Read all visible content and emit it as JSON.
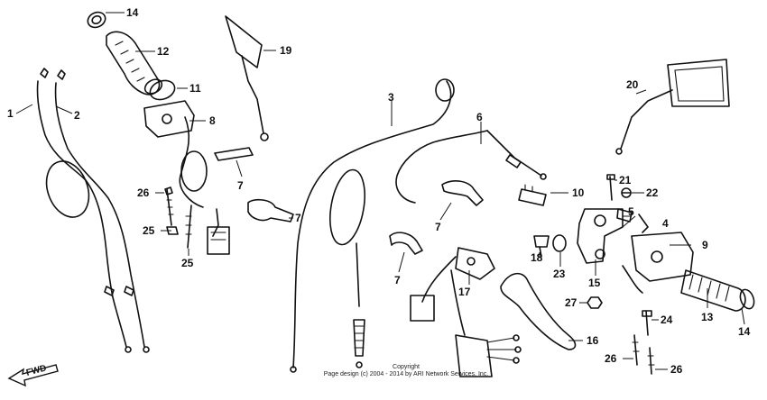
{
  "parts": [
    {
      "label": "1"
    },
    {
      "label": "2"
    },
    {
      "label": "3"
    },
    {
      "label": "4"
    },
    {
      "label": "5"
    },
    {
      "label": "6"
    },
    {
      "label": "7"
    },
    {
      "label": "7"
    },
    {
      "label": "7"
    },
    {
      "label": "7"
    },
    {
      "label": "8"
    },
    {
      "label": "9"
    },
    {
      "label": "10"
    },
    {
      "label": "11"
    },
    {
      "label": "12"
    },
    {
      "label": "13"
    },
    {
      "label": "14"
    },
    {
      "label": "14"
    },
    {
      "label": "15"
    },
    {
      "label": "16"
    },
    {
      "label": "17"
    },
    {
      "label": "18"
    },
    {
      "label": "19"
    },
    {
      "label": "20"
    },
    {
      "label": "21"
    },
    {
      "label": "22"
    },
    {
      "label": "23"
    },
    {
      "label": "24"
    },
    {
      "label": "25"
    },
    {
      "label": "25"
    },
    {
      "label": "26"
    },
    {
      "label": "26"
    },
    {
      "label": "26"
    },
    {
      "label": "27"
    }
  ],
  "direction_label": "FWD",
  "footer": {
    "line1": "Copyright",
    "line2": "Page design (c) 2004 - 2014 by ARI Network Services, Inc."
  }
}
